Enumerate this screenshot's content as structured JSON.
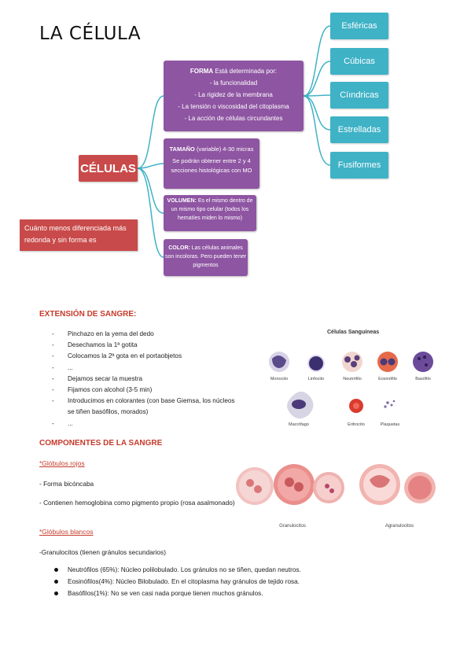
{
  "title": "LA CÉLULA",
  "central": "CÉLULAS",
  "forma": {
    "header_bold": "FORMA",
    "header_rest": " Está determinada por:",
    "items": [
      "- la funcionalidad",
      "- La rigidez de la membrana",
      "- La tensión o viscosidad del citoplasma",
      "- La acción de células circundantes"
    ]
  },
  "tamano": {
    "label": "TAMAÑO",
    "rest": " (variable) 4-30 micras",
    "detail": "Se podrán obtener entre 2 y 4 secciones histológicas con MO"
  },
  "volumen": {
    "label": "VOLUMEN:",
    "rest": " Es el mismo dentro de un mismo tipo celular (todos los hematíes miden lo mismo)"
  },
  "color": {
    "label": "COLOR:",
    "rest": " Las células animales son incoloras. Pero pueden tener pigmentos"
  },
  "shapes": [
    "Esféricas",
    "Cúbicas",
    "Cíındricas",
    "Estrelladas",
    "Fusiformes"
  ],
  "note": "Cuánto menos diferenciada más redonda y sin forma es",
  "extension": {
    "heading": "EXTENSIÓN DE SANGRE:",
    "steps": [
      "Pinchazo en la yema del dedo",
      "Desechamos la 1ª gotita",
      "Colocamos la 2ª gota en el portaobjetos",
      "...",
      "Dejamos secar la muestra",
      "Fijamos con alcohol (3-5 min)",
      "Introducimos en colorantes (con base Giemsa, los núcleos se tiñen basófilos, morados)",
      "..."
    ]
  },
  "figure1": {
    "title": "Células Sanguíneas",
    "labels": [
      "Monocito",
      "Linfocito",
      "Neutrófilo",
      "Eosinófilo",
      "Basófilo",
      "Macrófago",
      "Eritrocito",
      "Plaquetas"
    ]
  },
  "componentes": {
    "heading": "COMPONENTES DE LA SANGRE",
    "rojos_heading": "*Glóbulos rojos",
    "rojos_1": "- Forma bicóncaba",
    "rojos_2": "- Contienen hemoglobina como pigmento propio (rosa asalmonado)",
    "blancos_heading": "*Glóbulos blancos",
    "blancos_1": "-Granulocitos (tienen gránulos secundarios)",
    "bullets": [
      "Neutrófilos (65%): Núcleo polilobulado. Los gránulos no se tiñen, quedan neutros.",
      "Eosinófilos(4%): Núcleo Bilobulado. En el citoplasma hay gránulos de tejido rosa.",
      "Basófilos(1%): No se ven casi nada porque tienen muchos gránulos."
    ]
  },
  "figure2": {
    "group_labels": [
      "Granulocitos",
      "Agranulocitos"
    ]
  },
  "colors": {
    "red": "#c94a4a",
    "purple": "#8e55a2",
    "teal": "#3fb2c6",
    "heading": "#c63a2b"
  }
}
